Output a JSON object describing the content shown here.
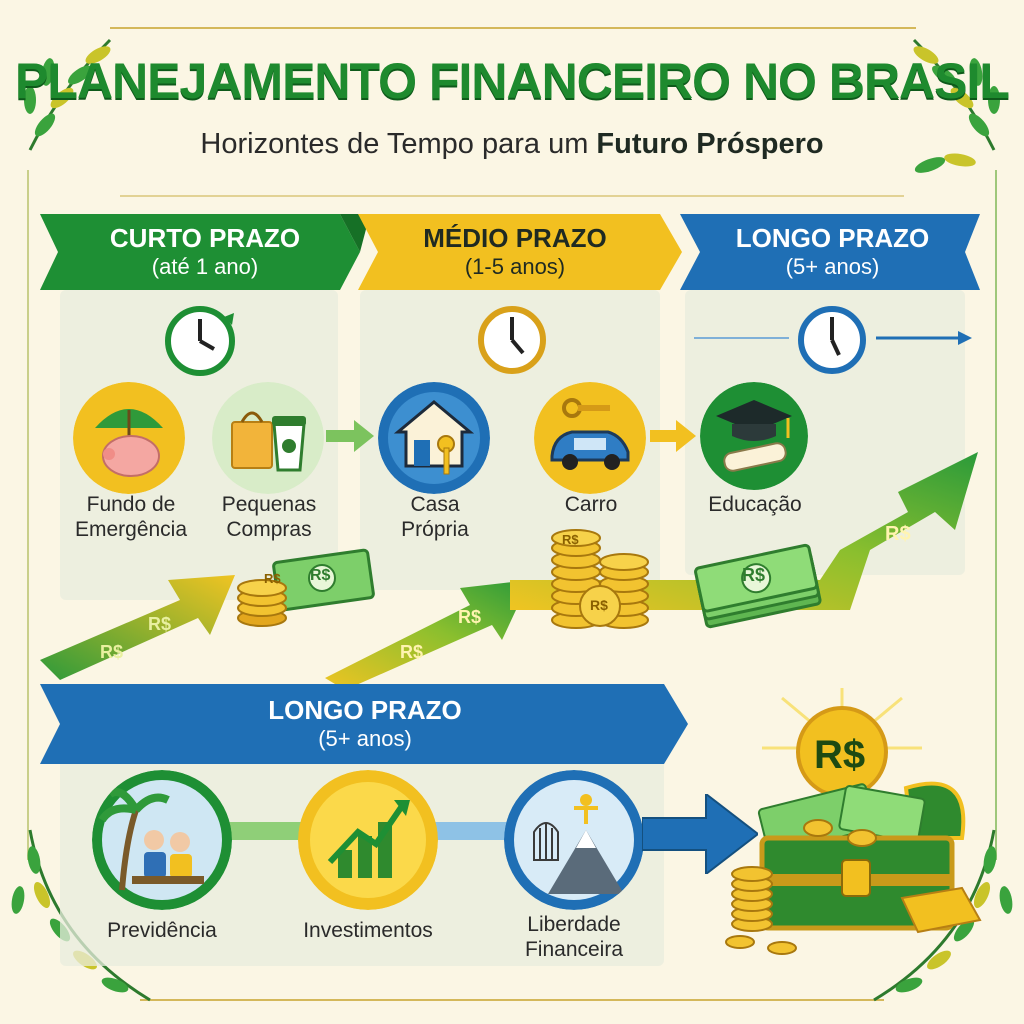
{
  "header": {
    "title": "PLANEJAMENTO FINANCEIRO NO BRASIL",
    "subtitle_prefix": "Horizontes de Tempo para um",
    "subtitle_bold": "Futuro Próspero"
  },
  "top_row": {
    "short_term": {
      "title": "CURTO PRAZO",
      "range": "(até 1 ano)",
      "color": "#1e8f34"
    },
    "medium_term": {
      "title": "MÉDIO PRAZO",
      "range": "(1-5 anos)",
      "color": "#f2c020"
    },
    "long_term": {
      "title": "LONGO PRAZO",
      "range": "(5+ anos)",
      "color": "#1f6fb5"
    }
  },
  "goals": {
    "emergency_fund": {
      "line1": "Fundo de",
      "line2": "Emergência",
      "icon": "piggy-bank-umbrella-icon"
    },
    "small_purchases": {
      "line1": "Pequenas",
      "line2": "Compras",
      "icon": "shopping-bag-coffee-icon"
    },
    "own_home": {
      "line1": "Casa",
      "line2": "Própria",
      "icon": "house-key-icon"
    },
    "car": {
      "line1": "Carro",
      "icon": "car-key-icon"
    },
    "education": {
      "line1": "Educação",
      "icon": "graduation-cap-diploma-icon"
    }
  },
  "bottom_row": {
    "title": "LONGO PRAZO",
    "range": "(5+ anos)",
    "items": {
      "pension": {
        "label": "Previdência",
        "icon": "retired-couple-palm-icon"
      },
      "investments": {
        "label": "Investimentos",
        "icon": "rising-chart-icon"
      },
      "freedom": {
        "line1": "Liberdade",
        "line2": "Financeira",
        "icon": "birdcage-mountain-person-icon"
      }
    }
  },
  "currency": {
    "symbol": "R$"
  },
  "colors": {
    "green": "#1e8f34",
    "yellow": "#f2c020",
    "blue": "#1f6fb5",
    "title_green": "#1e8a2e"
  }
}
